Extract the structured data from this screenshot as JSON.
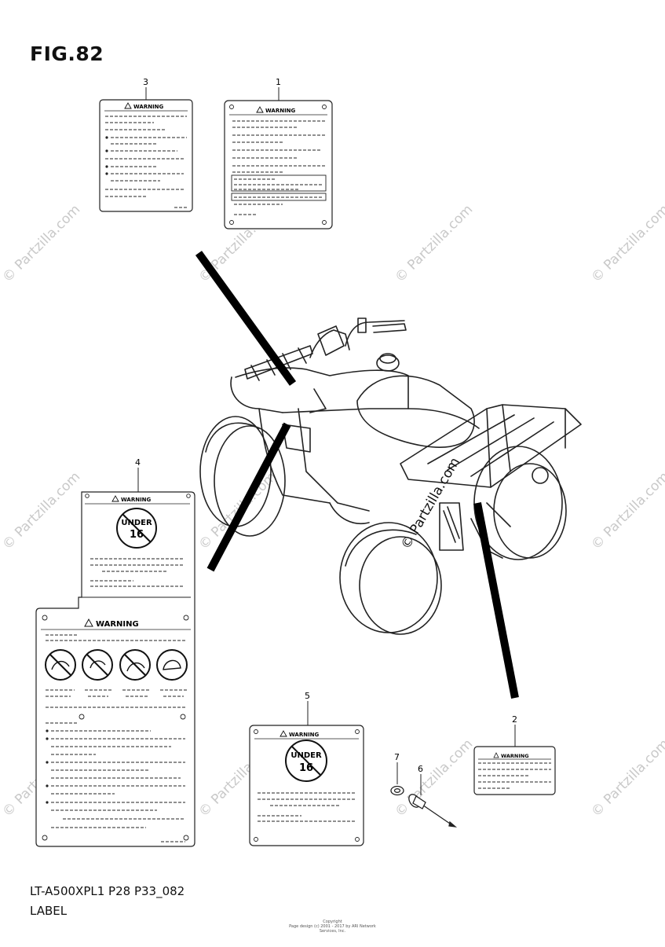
{
  "figure": {
    "title": "FIG.82",
    "model_code": "LT-A500XPL1 P28 P33_082",
    "section": "LABEL"
  },
  "callouts": [
    "3",
    "1",
    "4",
    "5",
    "2",
    "7",
    "6"
  ],
  "labels": {
    "warning_text": "WARNING",
    "under_age": {
      "word": "UNDER",
      "number": "16"
    }
  },
  "watermark": "© Partzilla.com",
  "copyright": {
    "line1": "Copyright",
    "line2": "Page design (c) 2001 - 2017 by ARI Network Services, Inc."
  }
}
